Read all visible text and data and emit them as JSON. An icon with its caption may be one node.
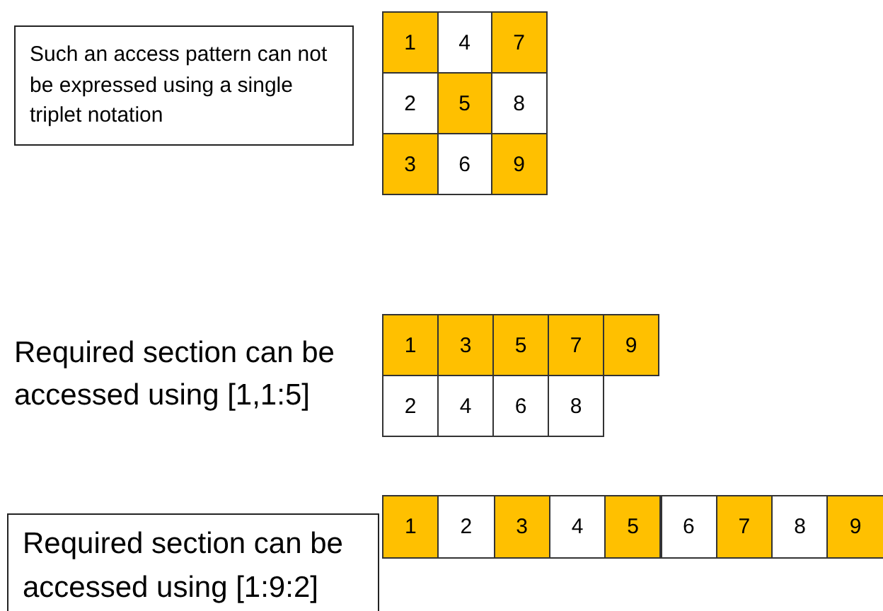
{
  "diagram": {
    "nodes": [
      {
        "text": [
          "Such an access pattern can not be expressed using a single triplet notation"
        ]
      },
      {
        "text": [
          "1"
        ]
      },
      {
        "text": [
          "4"
        ]
      },
      {
        "text": [
          "7"
        ]
      },
      {
        "text": [
          "2"
        ]
      },
      {
        "text": [
          "5"
        ]
      },
      {
        "text": [
          "8"
        ]
      },
      {
        "text": [
          "3"
        ]
      },
      {
        "text": [
          "6"
        ]
      },
      {
        "text": [
          "9"
        ]
      },
      {
        "text": [
          "Required section can be accessed using [1,1:5]"
        ]
      },
      {
        "text": [
          "1"
        ]
      },
      {
        "text": [
          "3"
        ]
      },
      {
        "text": [
          "5"
        ]
      },
      {
        "text": [
          "7"
        ]
      },
      {
        "text": [
          "9"
        ]
      },
      {
        "text": [
          "2"
        ]
      },
      {
        "text": [
          "4"
        ]
      },
      {
        "text": [
          "6"
        ]
      },
      {
        "text": [
          "8"
        ]
      },
      {
        "text": [
          "Required section can be accessed using [1:9:2]"
        ]
      },
      {
        "text": [
          "1"
        ]
      },
      {
        "text": [
          "2"
        ]
      },
      {
        "text": [
          "3"
        ]
      },
      {
        "text": [
          "4"
        ]
      },
      {
        "text": [
          "5"
        ]
      },
      {
        "text": [
          "6"
        ]
      },
      {
        "text": [
          "7"
        ]
      },
      {
        "text": [
          "8"
        ]
      },
      {
        "text": [
          "9"
        ]
      }
    ],
    "edges": []
  }
}
